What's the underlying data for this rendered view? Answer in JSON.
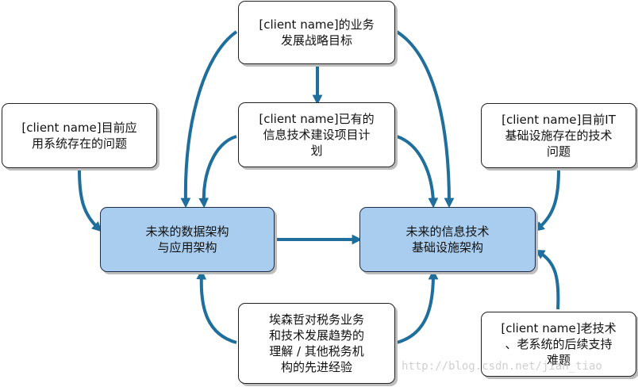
{
  "nodes": {
    "strategy": "[client name]的业务\n发展战略目标",
    "existing_projects": "[client name]已有的\n信息技术建设项目计\n划",
    "app_issues": "[client name]目前应\n用系统存在的问题",
    "it_infra_issues": "[client name]目前IT\n基础设施存在的技术\n问题",
    "future_data_arch": "未来的数据架构\n与应用架构",
    "future_infra_arch": "未来的信息技术\n基础设施架构",
    "accenture_understanding": "埃森哲对税务业务\n和技术发展趋势的\n理解 / 其他税务机\n构的先进经验",
    "legacy_support": "[client name]老技术\n、老系统的后续支持\n难题"
  },
  "watermark": "http://blog.csdn.net/jian_tiao",
  "colors": {
    "arrow": "#1f6e9c",
    "node_fill_blue": "#a9cdee"
  }
}
